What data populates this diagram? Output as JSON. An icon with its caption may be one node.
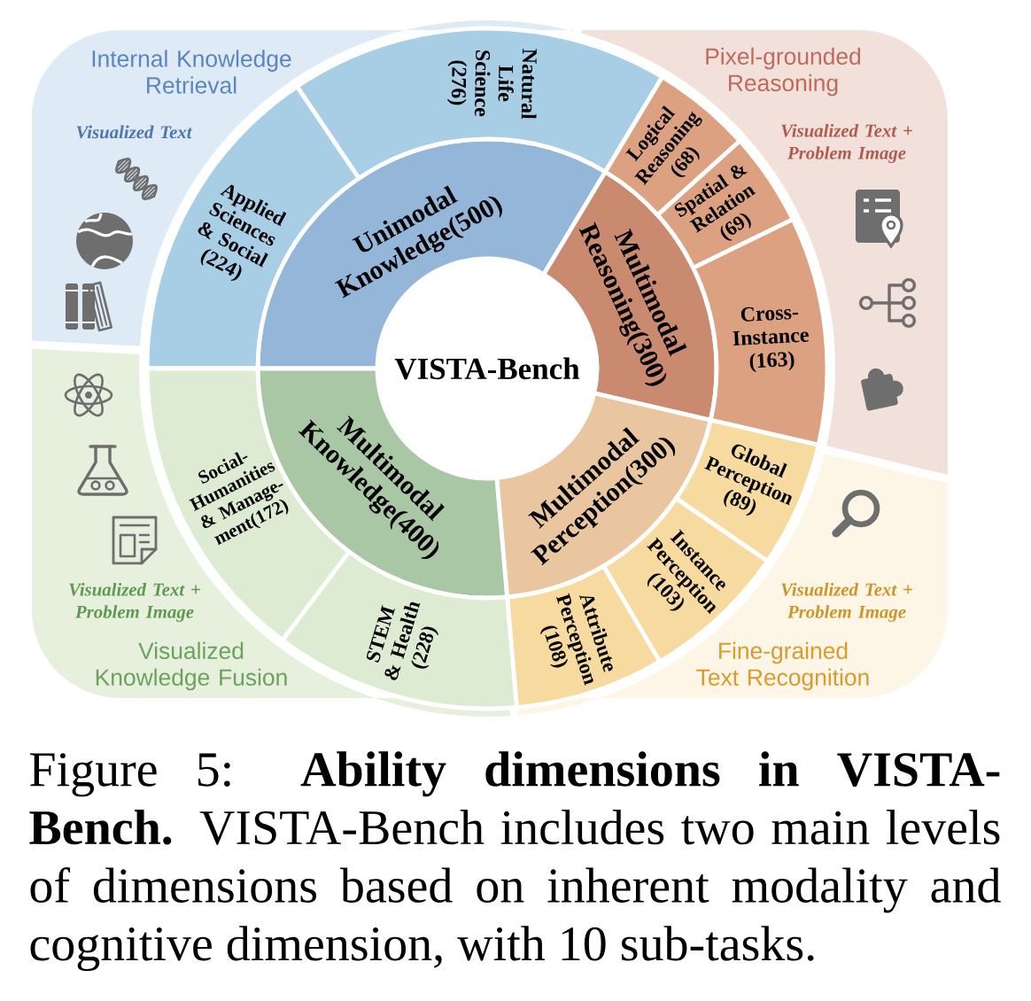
{
  "diagram": {
    "caption": "Figure 5: **Ability dimensions in VISTA-Bench.** VISTA-Bench includes two main levels of dimensions based on inherent modality and cognitive dimension, with 10 sub-tasks.",
    "nodes": [
      {
        "text": [
          "Internal Knowledge Retrieval",
          "Visualized Text"
        ]
      },
      {
        "text": [
          "Pixel-grounded Reasoning",
          "Visualized Text + Problem Image"
        ]
      },
      {
        "text": [
          "VISTA-Bench"
        ]
      },
      {
        "text": [
          "Unimodal Knowledge(500)"
        ]
      },
      {
        "text": [
          "Multimodal Reasoning(300)"
        ]
      },
      {
        "text": [
          "Multimodal Perception(300)"
        ]
      },
      {
        "text": [
          "Multimodal Knowledge(400)"
        ]
      },
      {
        "text": [
          "Natural Life Science (276)"
        ]
      },
      {
        "text": [
          "Applied Sciences & Social (224)"
        ]
      },
      {
        "text": [
          "Logical Reasoning (68)"
        ]
      },
      {
        "text": [
          "Spatial & Relation (69)"
        ]
      },
      {
        "text": [
          "Cross-Instance (163)"
        ]
      },
      {
        "text": [
          "Global Perception (89)"
        ]
      },
      {
        "text": [
          "Instance Perception (103)"
        ]
      },
      {
        "text": [
          "Attribute Perception (108)"
        ]
      },
      {
        "text": [
          "STEM & Health (228)"
        ]
      },
      {
        "text": [
          "Social-Humanities & Manage-ment(172)"
        ]
      },
      {
        "text": [
          "Visualized Text + Problem Image",
          "Visualized Knowledge Fusion"
        ]
      },
      {
        "text": [
          "Visualized Text + Problem Image",
          "Fine-grained Text Recognition"
        ]
      }
    ]
  }
}
